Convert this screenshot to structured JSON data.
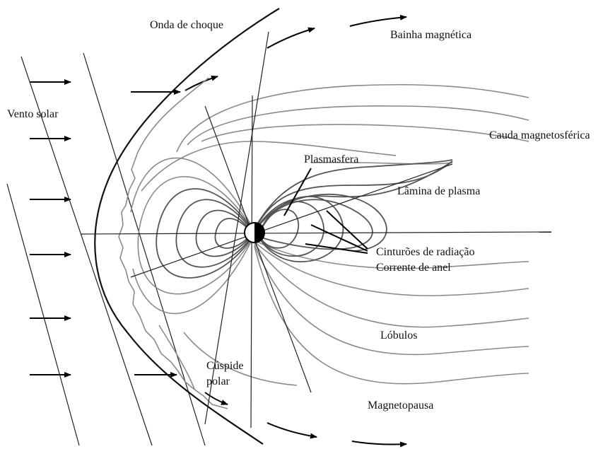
{
  "labels": {
    "bow_shock": "Onda de choque",
    "magnetosheath": "Bainha magnética",
    "solar_wind": "Vento solar",
    "magnetotail": "Cauda magnetosférica",
    "plasmasphere": "Plasmasfera",
    "plasma_sheet": "Lâmina de plasma",
    "radiation_belts": "Cinturões de radiação",
    "ring_current": "Corrente de anel",
    "lobes": "Lóbulos",
    "polar_cusp_line1": "Cúspide",
    "polar_cusp_line2": "polar",
    "magnetopause": "Magnetopausa"
  },
  "colors": {
    "ink": "#111111",
    "field_lines_outer": "#8a8a8a",
    "field_lines_inner": "#555555"
  }
}
